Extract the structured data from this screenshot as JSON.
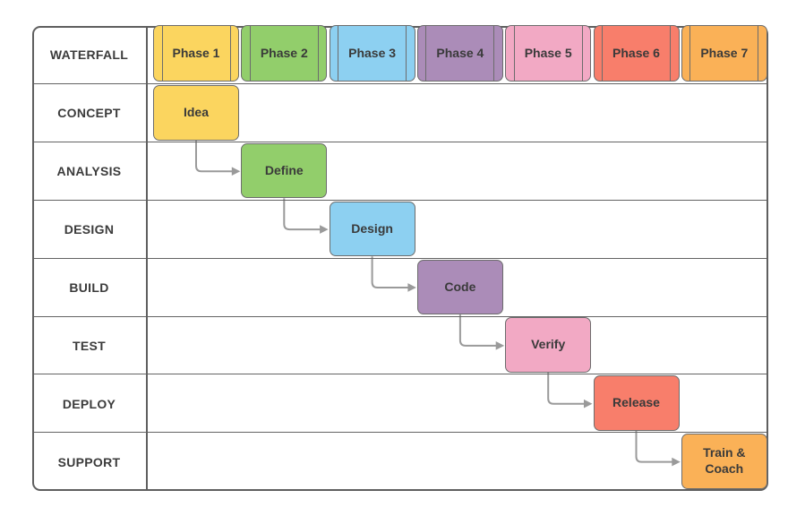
{
  "header": {
    "label": "WATERFALL",
    "phases": [
      {
        "label": "Phase 1",
        "color": "#FBD55F"
      },
      {
        "label": "Phase 2",
        "color": "#92CE6B"
      },
      {
        "label": "Phase 3",
        "color": "#8DD0F1"
      },
      {
        "label": "Phase 4",
        "color": "#AB8CB8"
      },
      {
        "label": "Phase 5",
        "color": "#F2A9C4"
      },
      {
        "label": "Phase 6",
        "color": "#F87E6B"
      },
      {
        "label": "Phase 7",
        "color": "#FAB157"
      }
    ]
  },
  "rows": [
    {
      "label": "CONCEPT",
      "task": {
        "label": "Idea",
        "color": "#FBD55F"
      }
    },
    {
      "label": "ANALYSIS",
      "task": {
        "label": "Define",
        "color": "#92CE6B"
      }
    },
    {
      "label": "DESIGN",
      "task": {
        "label": "Design",
        "color": "#8DD0F1"
      }
    },
    {
      "label": "BUILD",
      "task": {
        "label": "Code",
        "color": "#AB8CB8"
      }
    },
    {
      "label": "TEST",
      "task": {
        "label": "Verify",
        "color": "#F2A9C4"
      }
    },
    {
      "label": "DEPLOY",
      "task": {
        "label": "Release",
        "color": "#F87E6B"
      }
    },
    {
      "label": "SUPPORT",
      "task": {
        "label": "Train & Coach",
        "color": "#FAB157"
      }
    }
  ],
  "connectors": [
    {
      "from": "Idea",
      "to": "Define"
    },
    {
      "from": "Define",
      "to": "Design"
    },
    {
      "from": "Design",
      "to": "Code"
    },
    {
      "from": "Code",
      "to": "Verify"
    },
    {
      "from": "Verify",
      "to": "Release"
    },
    {
      "from": "Release",
      "to": "Train & Coach"
    }
  ],
  "colors": {
    "background": "#FFFFFF",
    "grid_border": "#5F5F5F",
    "box_border": "#6C6C6C",
    "arrow": "#9A9A9A",
    "text": "#3A3A3A"
  }
}
